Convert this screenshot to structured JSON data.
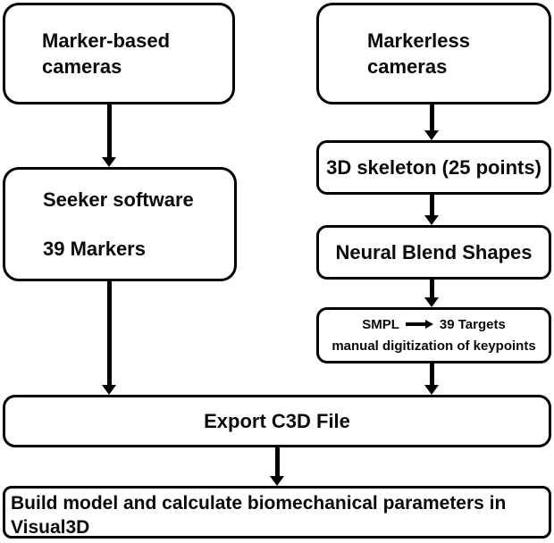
{
  "diagram": {
    "title": "Motion capture processing pipeline flowchart",
    "colors": {
      "ink": "#000000",
      "paper": "#ffffff"
    },
    "boxes": {
      "marker_based": {
        "line1": "Marker-based",
        "line2": "cameras"
      },
      "markerless": {
        "line1": "Markerless",
        "line2": "cameras"
      },
      "seeker": {
        "line1": "Seeker software",
        "line2": "39 Markers"
      },
      "skeleton": {
        "label": "3D skeleton (25 points)"
      },
      "neural": {
        "label": "Neural Blend Shapes"
      },
      "smpl": {
        "line1_left": "SMPL",
        "line1_right": "39 Targets",
        "arrow_icon": "right-arrow",
        "line2": "manual digitization of keypoints"
      },
      "export": {
        "label": "Export C3D File"
      },
      "build": {
        "label": "Build model and calculate biomechanical parameters in Visual3D"
      }
    }
  }
}
